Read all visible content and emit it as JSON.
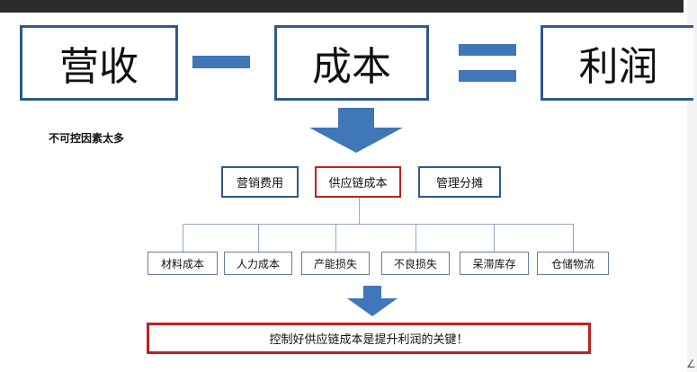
{
  "equation": {
    "revenue": "营收",
    "cost": "成本",
    "profit": "利润"
  },
  "note": "不可控因素太多",
  "categories": [
    "营销费用",
    "供应链成本",
    "管理分摊"
  ],
  "sub_items": [
    "材料成本",
    "人力成本",
    "产能损失",
    "不良损失",
    "呆滞库存",
    "仓储物流"
  ],
  "conclusion": "控制好供应链成本是提升利润的关键！",
  "colors": {
    "box_border": "#2e5a8e",
    "operator": "#3f77b8",
    "highlight": "#c0201f",
    "arrow": "#3f77b8"
  }
}
